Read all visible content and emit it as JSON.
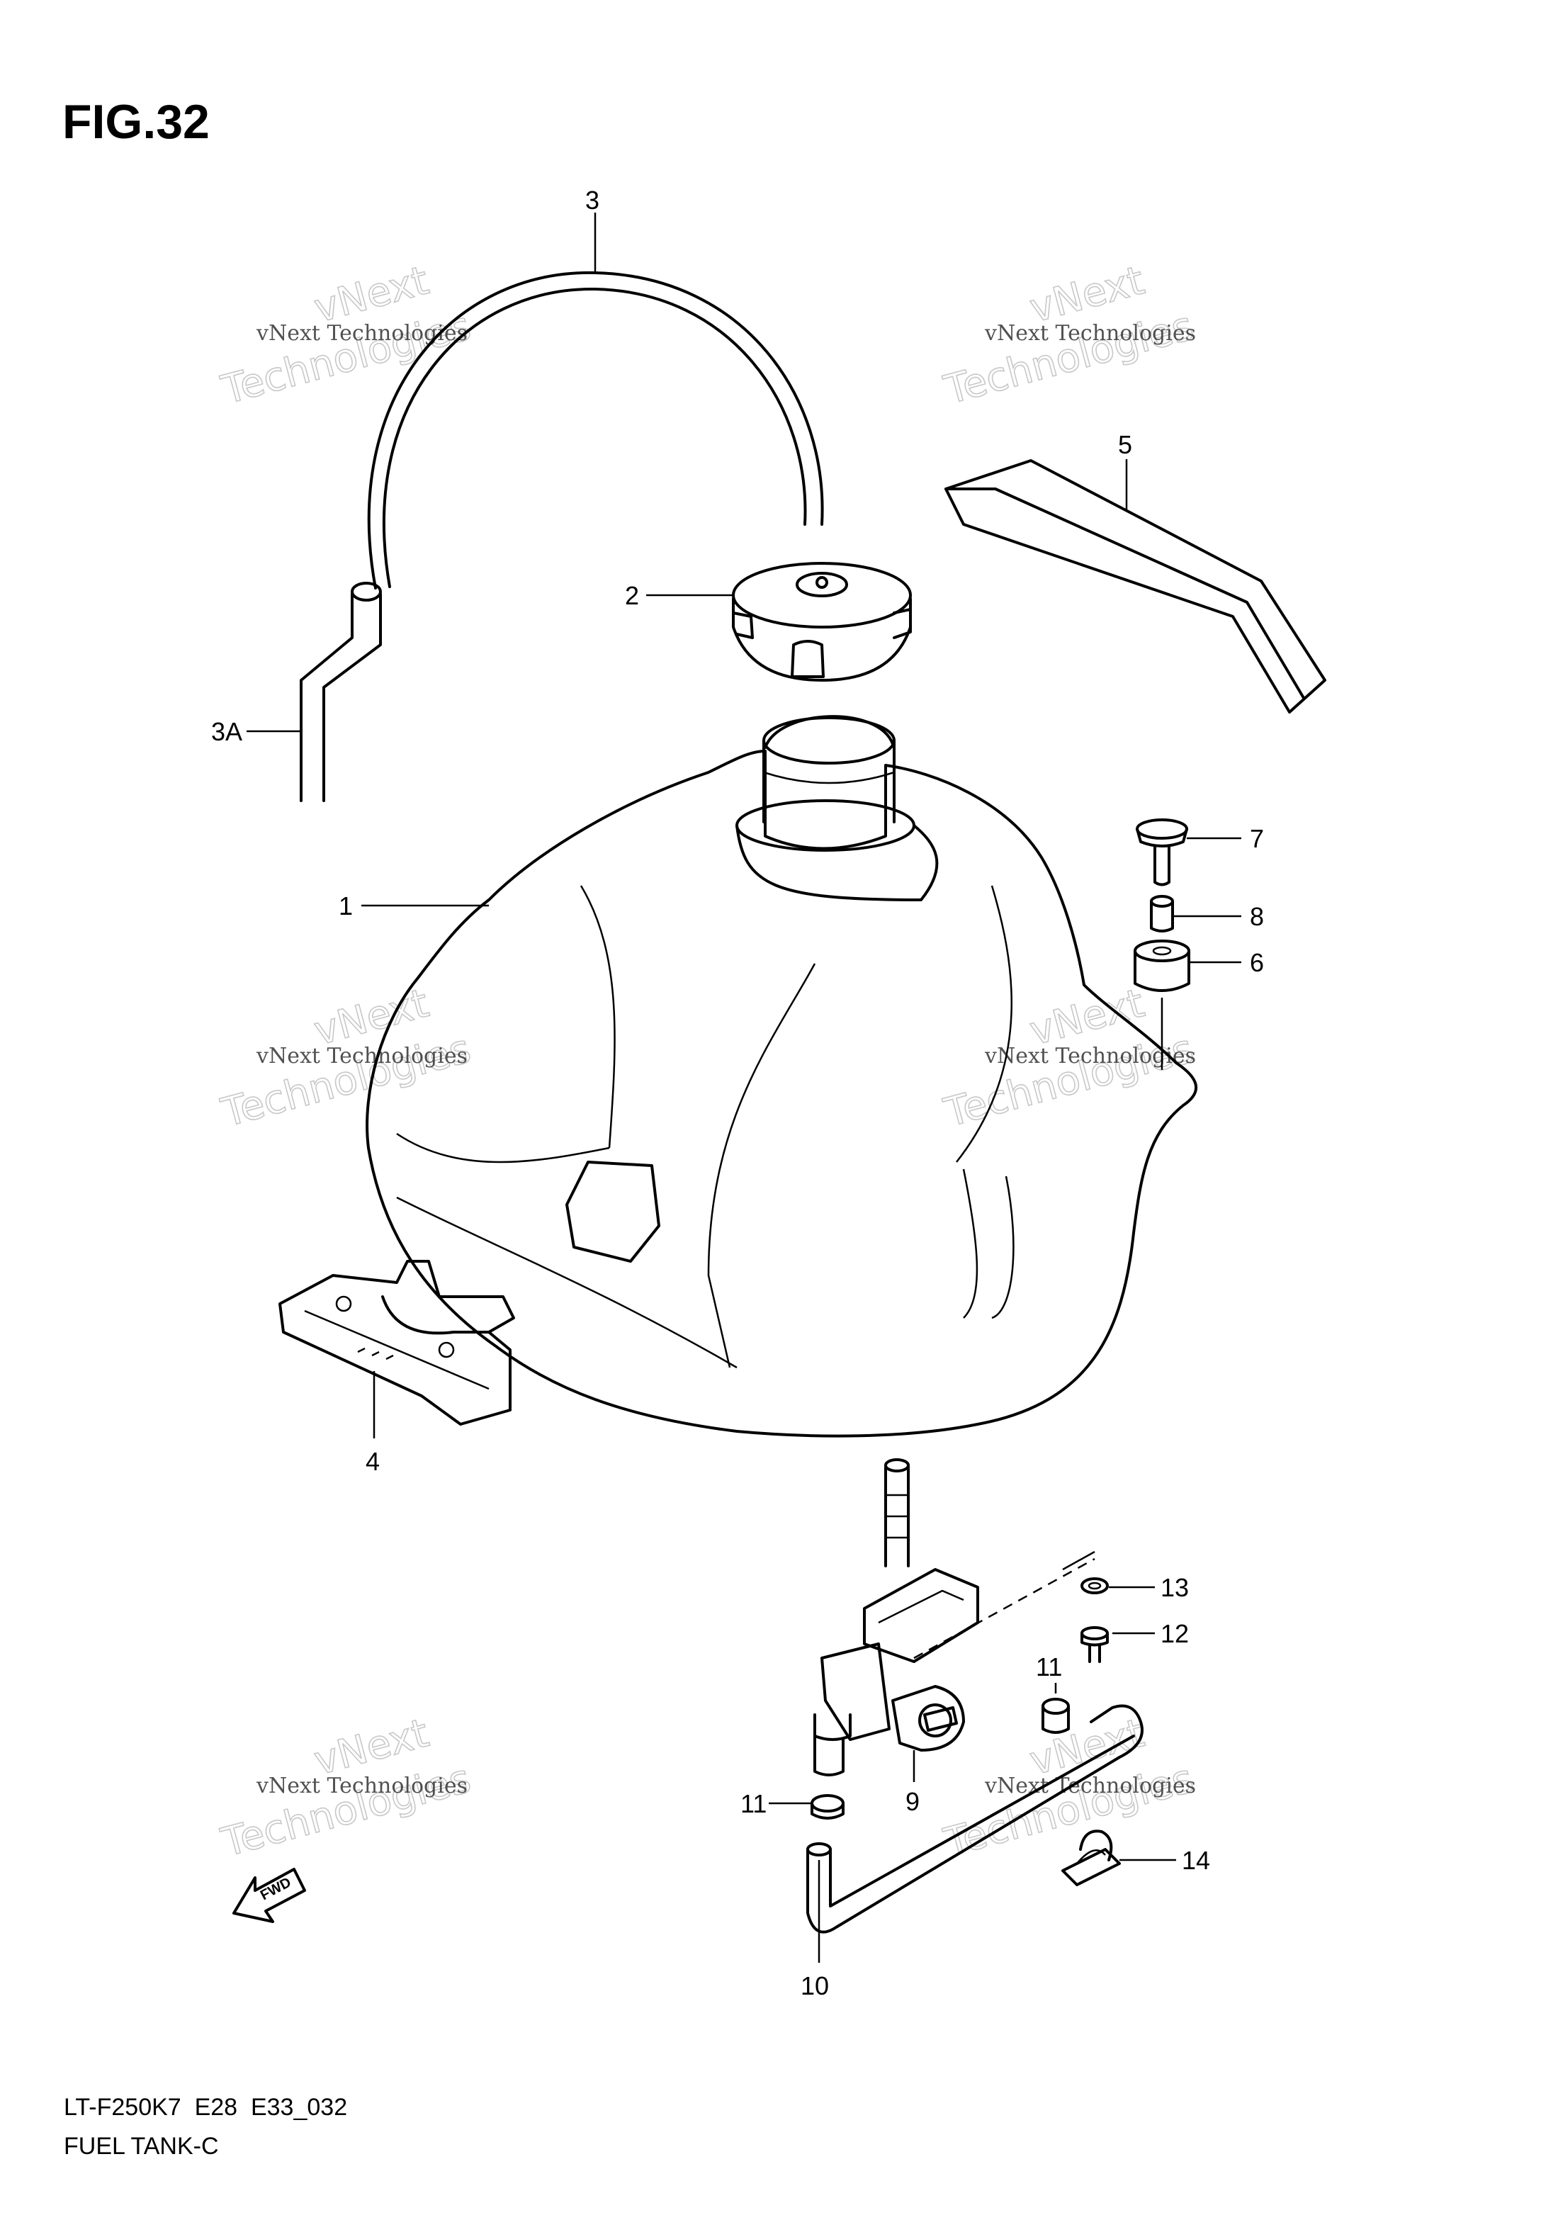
{
  "figure": {
    "number": "FIG.32"
  },
  "footer": {
    "model_code": "LT-F250K7  E28  E33_032",
    "title": "FUEL TANK-C"
  },
  "callouts": {
    "c1": "1",
    "c2": "2",
    "c3": "3",
    "c3a": "3A",
    "c4": "4",
    "c5": "5",
    "c6": "6",
    "c7": "7",
    "c8": "8",
    "c9": "9",
    "c10": "10",
    "c11a": "11",
    "c11b": "11",
    "c12": "12",
    "c13": "13",
    "c14": "14"
  },
  "direction_marker": {
    "label": "FWD",
    "icon": "fwd-arrow-icon"
  },
  "watermark": {
    "line1": "vNext Technologies",
    "line2": "vNext",
    "line3": "Technologies"
  }
}
